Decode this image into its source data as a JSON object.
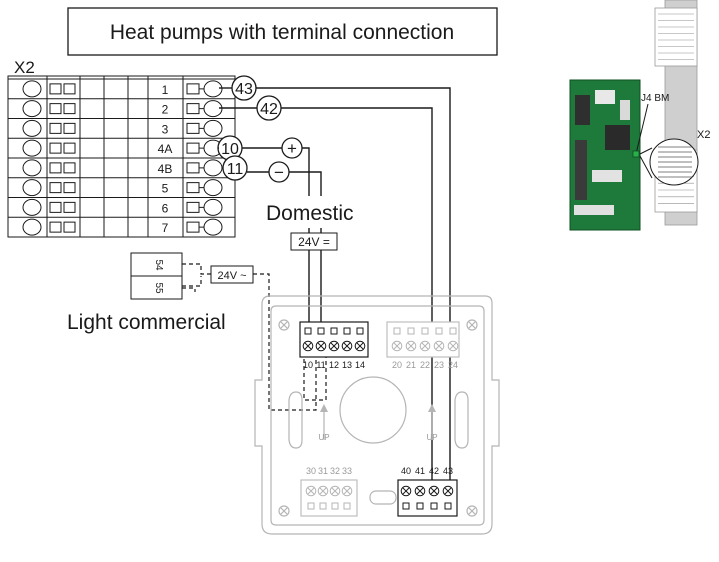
{
  "title": "Heat pumps with terminal connection",
  "terminal_block": {
    "label": "X2",
    "rows": [
      "1",
      "2",
      "3",
      "4A",
      "4B",
      "5",
      "6",
      "7"
    ]
  },
  "wire_numbers": {
    "w43": "43",
    "w42": "42",
    "w10": "10",
    "w11": "11"
  },
  "polarity": {
    "plus": "+",
    "minus": "−"
  },
  "domestic": {
    "label": "Domestic",
    "voltage": "24V ="
  },
  "light_commercial": {
    "label": "Light commercial",
    "voltage": "24V ~",
    "terminals": [
      "54",
      "55"
    ]
  },
  "thermostat": {
    "terminals_top_left": [
      "10",
      "11",
      "12",
      "13",
      "14"
    ],
    "terminals_top_right": [
      "20",
      "21",
      "22",
      "23",
      "24"
    ],
    "terminals_bottom_left": [
      "30",
      "31",
      "32",
      "33"
    ],
    "terminals_bottom_right": [
      "40",
      "41",
      "42",
      "43"
    ],
    "up_left": "UP",
    "up_right": "UP"
  },
  "board": {
    "connector_label": "J4 BM",
    "x2_label": "X2"
  }
}
